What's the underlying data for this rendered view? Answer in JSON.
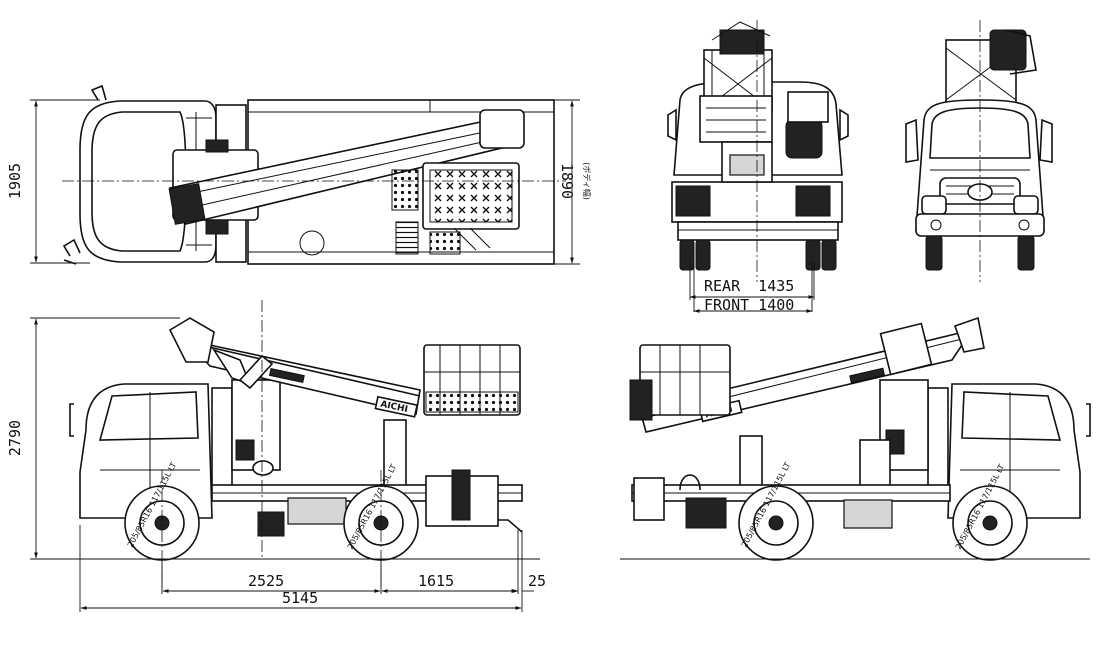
{
  "dimensions": {
    "top_view_width": "1905",
    "body_width": "1890",
    "body_width_note": "(ボディ幅)",
    "rear_tread": "REAR  1435",
    "front_tread": "FRONT 1400",
    "overall_height": "2790",
    "wheelbase": "2525",
    "rear_overhang": "1615",
    "tail_extension": "25",
    "overall_length": "5145"
  },
  "labels": {
    "brand": "AICHI",
    "tire_spec": "205/85R16 117/115L LT"
  },
  "colors": {
    "line": "#111111",
    "background": "#ffffff"
  }
}
